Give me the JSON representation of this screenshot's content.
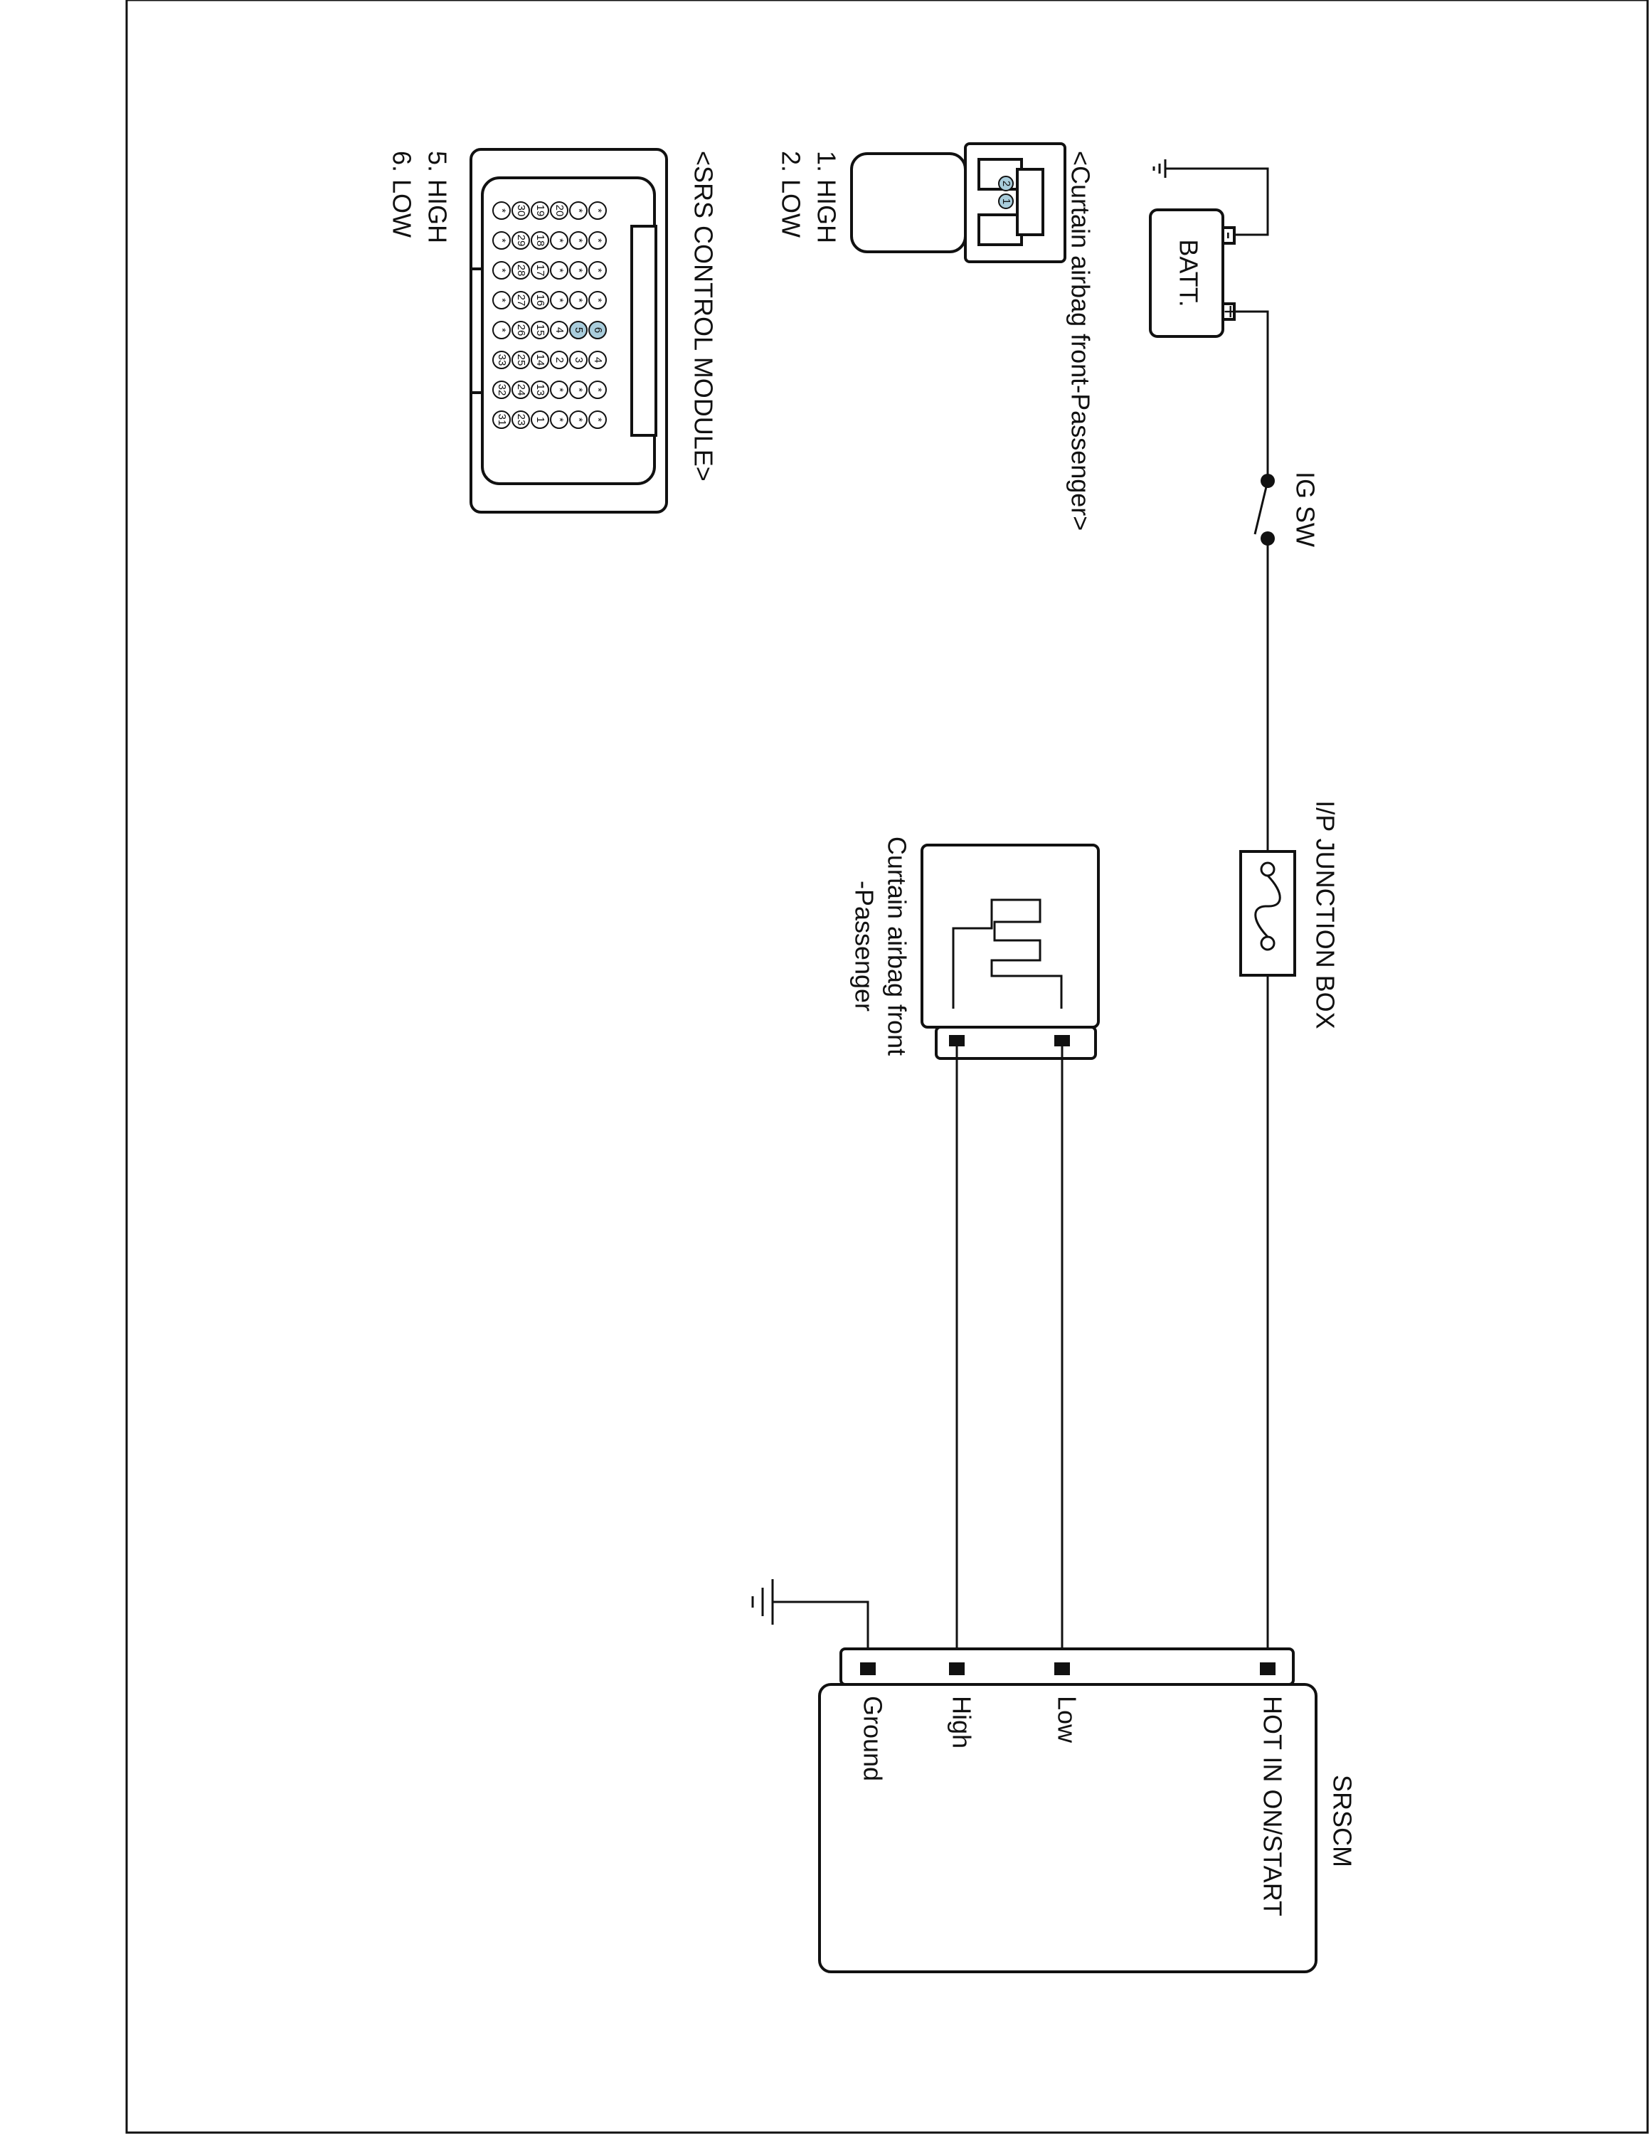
{
  "components": {
    "battery": {
      "label": "BATT.",
      "minus": "-",
      "plus": "+"
    },
    "ig_switch": {
      "label": "IG SW"
    },
    "junction_box": {
      "label": "I/P JUNCTION BOX"
    },
    "airbag": {
      "label_line1": "Curtain airbag front",
      "label_line2": "-Passenger"
    },
    "srscm": {
      "title": "SRSCM",
      "pins": [
        "HOT IN ON/START",
        "Low",
        "High",
        "Ground"
      ]
    }
  },
  "connectors": {
    "airbag": {
      "title": "<Curtain airbag front-Passenger>",
      "pins": [
        "1. HIGH",
        "2. LOW"
      ],
      "face_numbers": [
        "2",
        "1"
      ]
    },
    "srs_module": {
      "title": "<SRS CONTROL MODULE>",
      "pins": [
        "5. HIGH",
        "6. LOW"
      ],
      "cells": [
        [
          "*",
          "*",
          "*",
          "*",
          "6",
          "4",
          "*",
          "*"
        ],
        [
          "*",
          "*",
          "*",
          "*",
          "5",
          "3",
          "*",
          "*"
        ],
        [
          "20",
          "*",
          "*",
          "*",
          "4",
          "2",
          "*",
          "*"
        ],
        [
          "19",
          "18",
          "17",
          "16",
          "15",
          "14",
          "13",
          "1"
        ],
        [
          "30",
          "29",
          "28",
          "27",
          "26",
          "25",
          "24",
          "23"
        ],
        [
          "*",
          "*",
          "*",
          "*",
          "*",
          "33",
          "32",
          "31"
        ]
      ]
    }
  },
  "colors": {
    "line": "#111111",
    "highlight_pin": "#a9cddc",
    "connector_fill": "#f3f3f3"
  }
}
